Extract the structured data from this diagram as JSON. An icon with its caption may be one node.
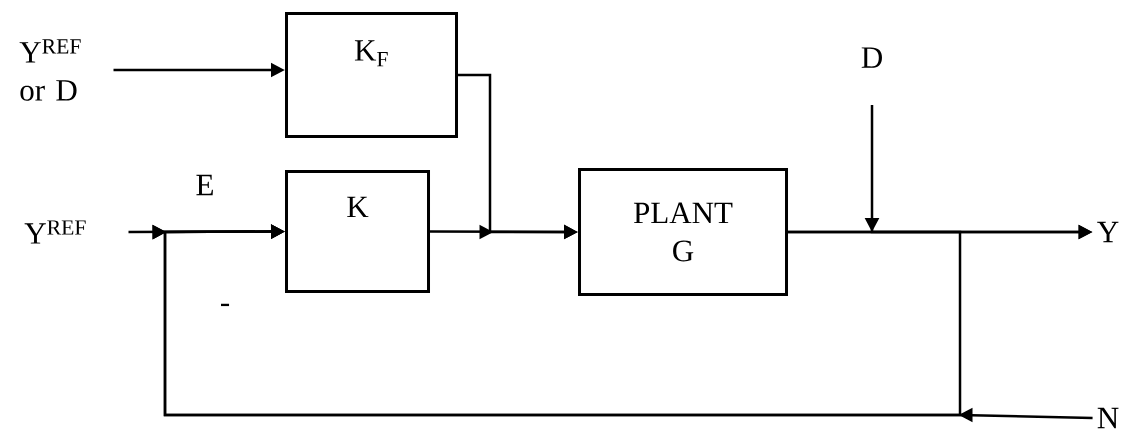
{
  "diagram": {
    "nodes": [
      {
        "text": [
          "Y$^{REF}$ or D"
        ]
      },
      {
        "text": [
          "K$_{F}$"
        ]
      },
      {
        "text": [
          "Y$^{REF}$"
        ]
      },
      {
        "text": [
          "K"
        ]
      },
      {
        "text": [
          "PLANT G"
        ]
      },
      {
        "text": [
          "D"
        ]
      },
      {
        "text": [
          "Y"
        ]
      },
      {
        "text": [
          "N"
        ]
      }
    ],
    "edges": [
      {
        "from": 0,
        "to": 1,
        "arrow": "to"
      },
      {
        "from": 1,
        "to": 4,
        "arrow": "to"
      },
      {
        "from": 2,
        "to": 3,
        "arrow": "to",
        "label": "E"
      },
      {
        "from": 3,
        "to": 4,
        "arrow": "to"
      },
      {
        "from": 5,
        "to": 6,
        "arrow": "to"
      },
      {
        "from": 4,
        "to": 6,
        "arrow": "to"
      },
      {
        "from": 4,
        "to": 3,
        "arrow": "to",
        "label": "-"
      },
      {
        "from": 7,
        "to": 3,
        "arrow": "to"
      }
    ]
  }
}
